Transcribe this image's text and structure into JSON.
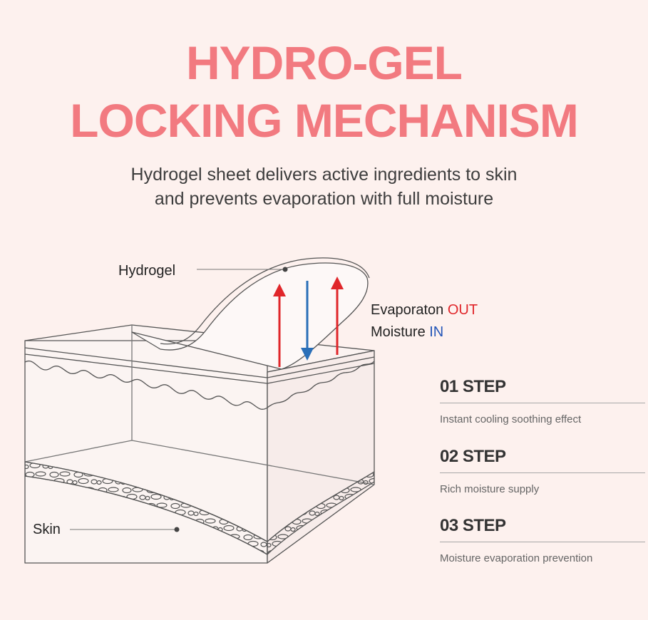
{
  "title": {
    "line1": "HYDRO-GEL",
    "line2": "LOCKING MECHANISM"
  },
  "subtitle": {
    "line1": "Hydrogel sheet delivers active ingredients to skin",
    "line2": "and prevents evaporation with full moisture"
  },
  "labels": {
    "hydrogel": "Hydrogel",
    "skin": "Skin"
  },
  "legend": {
    "evaporation_prefix": "Evaporaton ",
    "evaporation_keyword": "OUT",
    "moisture_prefix": "Moisture ",
    "moisture_keyword": "IN"
  },
  "steps": [
    {
      "title": "01 STEP",
      "description": "Instant cooling soothing effect"
    },
    {
      "title": "02 STEP",
      "description": "Rich moisture supply"
    },
    {
      "title": "03 STEP",
      "description": "Moisture evaporation prevention"
    }
  ],
  "colors": {
    "title": "#f27a80",
    "out_arrow": "#e0262a",
    "in_arrow": "#2a6fb8",
    "line": "#555555"
  }
}
